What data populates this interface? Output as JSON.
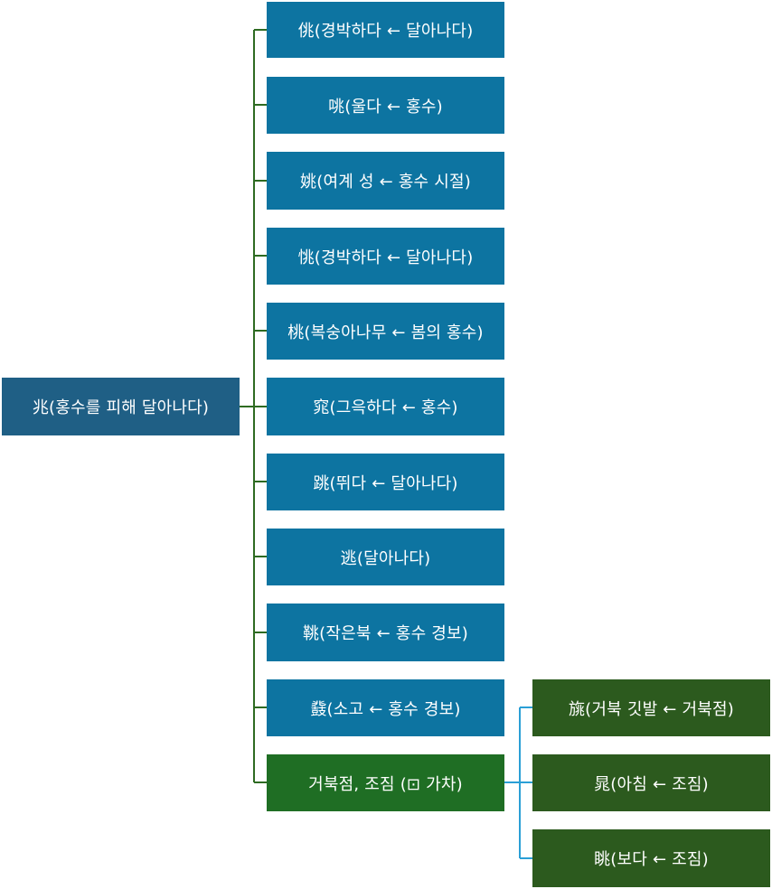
{
  "root": {
    "label": "兆(홍수를 피해 달아나다)"
  },
  "children": [
    {
      "label": "佻(경박하다 ← 달아나다)"
    },
    {
      "label": "咷(울다 ← 홍수)"
    },
    {
      "label": "姚(여계 성 ← 홍수 시절)"
    },
    {
      "label": "恌(경박하다 ← 달아나다)"
    },
    {
      "label": "桃(복숭아나무 ← 봄의 홍수)"
    },
    {
      "label": "窕(그윽하다 ← 홍수)"
    },
    {
      "label": "跳(뛰다 ← 달아나다)"
    },
    {
      "label": "逃(달아나다)"
    },
    {
      "label": "鞉(작은북 ← 홍수 경보)"
    },
    {
      "label": "鼗(소고 ← 홍수 경보)"
    },
    {
      "label": "거북점, 조짐 (⊡ 가차)"
    }
  ],
  "grandchildren": [
    {
      "label": "旐(거북 깃발 ← 거북점)"
    },
    {
      "label": "晁(아침 ← 조짐)"
    },
    {
      "label": "眺(보다 ← 조짐)"
    }
  ],
  "colors": {
    "root": "#1f5f85",
    "node": "#0d74a1",
    "branch_node": "#1f6e24",
    "leaf_node": "#2c5a1e",
    "connector_green": "#2e6b22",
    "connector_blue": "#2a9fd6"
  }
}
